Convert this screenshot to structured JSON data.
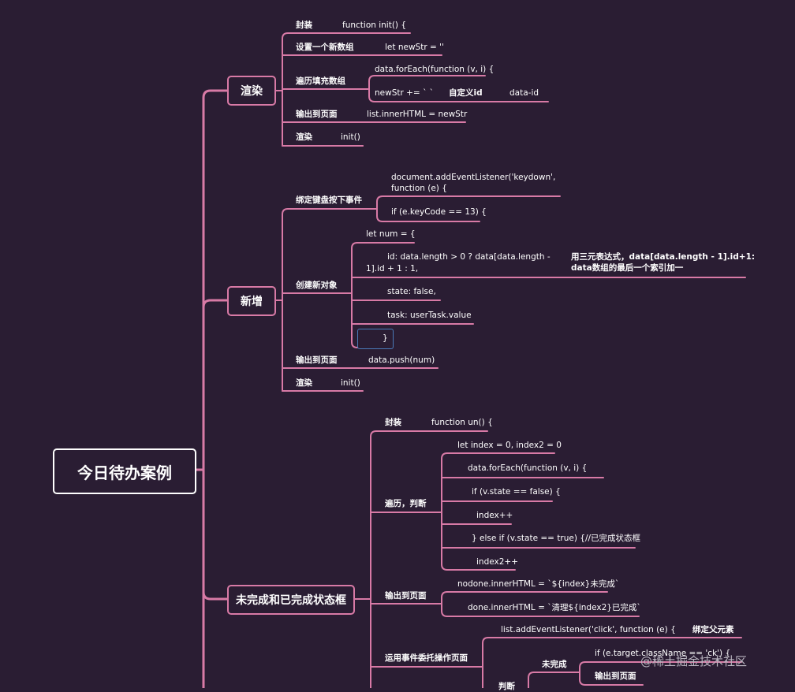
{
  "root": "今日待办案例",
  "branches": {
    "render": {
      "title": "渲染",
      "wrap": "封装",
      "wrap_code": "function init() {",
      "newarr": "设置一个新数组",
      "newarr_code": "let newStr = ''",
      "traverse": "遍历填充数组",
      "foreach": "data.forEach(function (v, i) {",
      "newstr": "newStr += ` `",
      "custom_id": "自定义id",
      "data_id": "data-id",
      "output": "输出到页面",
      "output_code": "list.innerHTML = newStr",
      "render": "渲染",
      "render_code": "init()"
    },
    "add": {
      "title": "新增",
      "bind": "绑定键盘按下事件",
      "listener1": "document.addEventListener('keydown',",
      "listener2": "function (e) {",
      "keycode": "if (e.keyCode == 13) {",
      "create": "创建新对象",
      "num": "let num = {",
      "id1": "id: data.length > 0 ? data[data.length -",
      "id2": "1].id + 1 : 1,",
      "note1": "用三元表达式，data[data.length - 1].id+1:",
      "note2": "data数组的最后一个索引加一",
      "state": "state: false,",
      "task": "task: userTask.value",
      "close": "}",
      "output": "输出到页面",
      "output_code": "data.push(num)",
      "render": "渲染",
      "render_code": "init()"
    },
    "status": {
      "title": "未完成和已完成状态框",
      "wrap": "封装",
      "wrap_code": "function un() {",
      "traverse": "遍历，判断",
      "index": "let index = 0, index2 = 0",
      "foreach": "data.forEach(function (v, i) {",
      "iffalse": "if (v.state == false) {",
      "inc1": "index++",
      "elseif": "} else if (v.state == true) {//已完成状态框",
      "inc2": "index2++",
      "output": "输出到页面",
      "nodone": "nodone.innerHTML = `${index}未完成`",
      "done": "done.innerHTML = `清理${index2}已完成`",
      "delegate": "运用事件委托操作页面",
      "listclick": "list.addEventListener('click', function (e) {",
      "bindparent": "绑定父元素",
      "undone": "未完成",
      "target": "if (e.target.className == 'ck') {",
      "output2": "输出到页面",
      "judge": "判断"
    }
  },
  "watermark": "@稀土掘金技术社区"
}
